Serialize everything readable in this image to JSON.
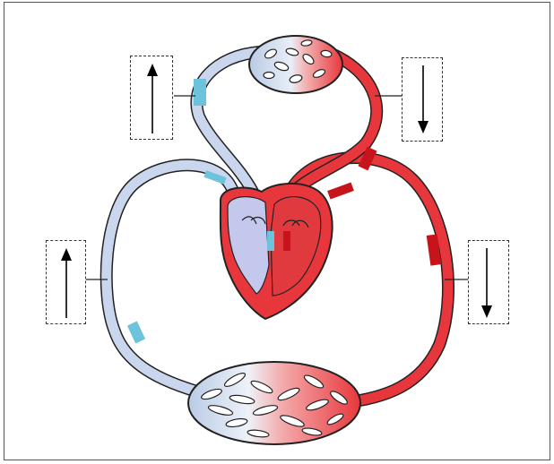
{
  "colors": {
    "oxygenated": "#e8373c",
    "deoxygenated": "#b9cbe6",
    "heart_dark": "#d9262a",
    "chamber_blue": "#c4c8ec",
    "vessel_outline": "#222222",
    "valve_marker_blue": "#6ec3dc",
    "valve_marker_red": "#c7141b"
  },
  "annotations": [
    {
      "id": "pulmonary-artery-flow",
      "direction": "up"
    },
    {
      "id": "pulmonary-vein-flow",
      "direction": "down"
    },
    {
      "id": "vena-cava-flow",
      "direction": "up"
    },
    {
      "id": "aorta-flow",
      "direction": "down"
    }
  ],
  "icons": [
    "arrow-up-icon",
    "arrow-down-icon"
  ]
}
